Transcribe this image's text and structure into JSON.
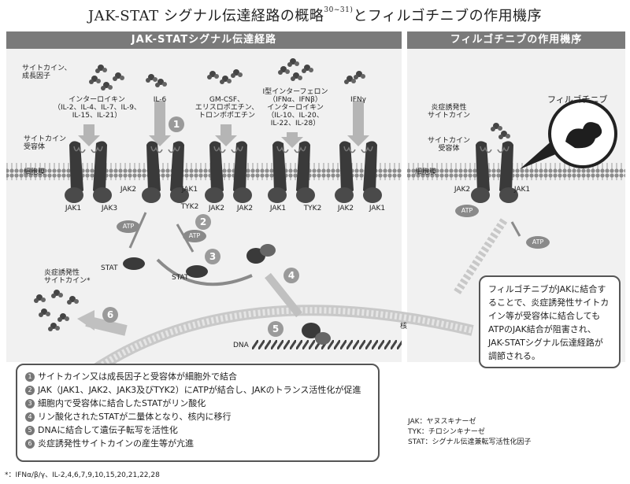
{
  "title": {
    "main": "JAK-STAT シグナル伝達経路の概略",
    "sup": "30~31)",
    "rest": "とフィルゴチニブの作用機序"
  },
  "left_panel": {
    "header": "JAK-STATシグナル伝達経路",
    "ligands": [
      {
        "label": "インターロイキン\n（IL-2、IL-4、IL-7、IL-9、\nIL-15、IL-21）"
      },
      {
        "label": "IL-6"
      },
      {
        "label": "GM-CSF、\nエリスロポエチン、\nトロンボポエチン"
      },
      {
        "label": "I型インターフェロン\n（IFNα、IFNβ）\nインターロイキン\n（IL-10、IL-20、\nIL-22、IL-28）"
      },
      {
        "label": "IFNγ"
      }
    ],
    "cytokine_label": "サイトカイン、\n成長因子",
    "receptor_label": "サイトカイン\n受容体",
    "membrane_label": "細胞膜",
    "jak_labels": [
      {
        "left": "JAK1",
        "right": "JAK3"
      },
      {
        "left": "JAK2",
        "right": "JAK1",
        "extra": "TYK2"
      },
      {
        "left": "JAK2",
        "right": "JAK2"
      },
      {
        "left": "JAK1",
        "right": "TYK2"
      },
      {
        "left": "JAK2",
        "right": "JAK1"
      }
    ],
    "atp": "ATP",
    "stat": "STAT",
    "steps": [
      "1",
      "2",
      "3",
      "4",
      "5",
      "6"
    ],
    "inflammatory_label": "炎症誘発性\nサイトカイン*",
    "nucleus_label": "核",
    "dna_label": "DNA"
  },
  "right_panel": {
    "header": "フィルゴチニブの作用機序",
    "inflammatory_label": "炎症誘発性\nサイトカイン",
    "receptor_label": "サイトカイン\n受容体",
    "membrane_label": "細胞膜",
    "drug_label": "フィルゴチニブ",
    "jak_left": "JAK2",
    "jak_right": "JAK1",
    "atp": "ATP",
    "callout": "フィルゴチニブがJAKに結合することで、炎症誘発性サイトカイン等が受容体に結合してもATPのJAK結合が阻害され、JAK-STATシグナル伝達経路が調節される。"
  },
  "legend": [
    {
      "num": "1",
      "text": "サイトカイン又は成長因子と受容体が細胞外で結合"
    },
    {
      "num": "2",
      "text": "JAK（JAK1、JAK2、JAK3及びTYK2）にATPが結合し、JAKのトランス活性化が促進"
    },
    {
      "num": "3",
      "text": "細胞内で受容体に結合したSTATがリン酸化"
    },
    {
      "num": "4",
      "text": "リン酸化されたSTATが二量体となり、核内に移行"
    },
    {
      "num": "5",
      "text": "DNAに結合して遺伝子転写を活性化"
    },
    {
      "num": "6",
      "text": "炎症誘発性サイトカインの産生等が亢進"
    }
  ],
  "abbreviations": [
    "JAK：ヤヌスキナーゼ",
    "TYK：チロシンキナーゼ",
    "STAT：シグナル伝達兼転写活性化因子"
  ],
  "footnote": "*：IFNα/β/γ、IL-2,4,6,7,9,10,15,20,21,22,28",
  "colors": {
    "header": "#7a7a7a",
    "panel": "#f1f1f1",
    "dark": "#3a3a3a",
    "arrow": "#b5b5b5"
  }
}
